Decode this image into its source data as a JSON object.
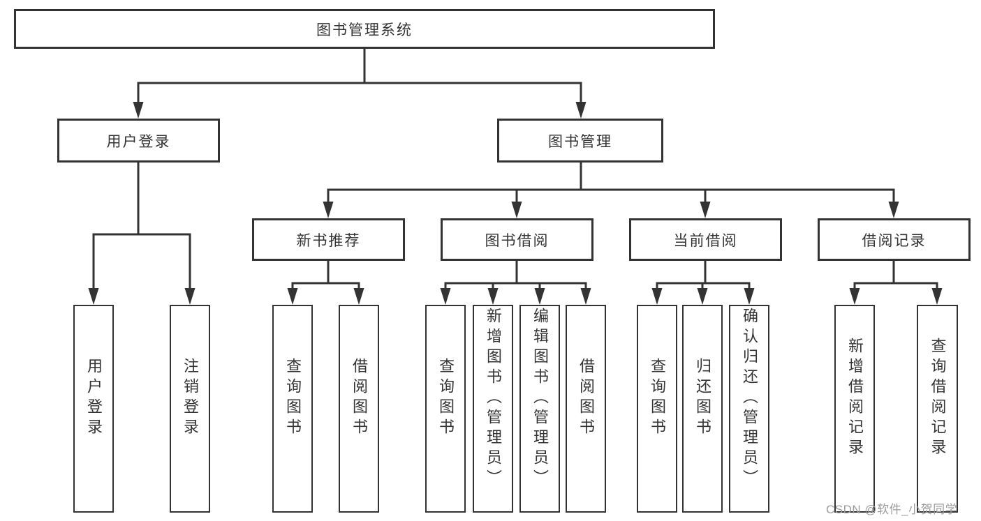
{
  "diagram": {
    "type": "hierarchy-diagram",
    "root": {
      "label": "图书管理系统",
      "children": [
        {
          "label": "用户登录",
          "children": [
            {
              "label": "用户登录"
            },
            {
              "label": "注销登录"
            }
          ]
        },
        {
          "label": "图书管理",
          "children": [
            {
              "label": "新书推荐",
              "children": [
                {
                  "label": "查询图书"
                },
                {
                  "label": "借阅图书"
                }
              ]
            },
            {
              "label": "图书借阅",
              "children": [
                {
                  "label": "查询图书"
                },
                {
                  "label": "新增图书（管理员）"
                },
                {
                  "label": "编辑图书（管理员）"
                },
                {
                  "label": "借阅图书"
                }
              ]
            },
            {
              "label": "当前借阅",
              "children": [
                {
                  "label": "查询图书"
                },
                {
                  "label": "归还图书"
                },
                {
                  "label": "确认归还（管理员）"
                }
              ]
            },
            {
              "label": "借阅记录",
              "children": [
                {
                  "label": "新增借阅记录"
                },
                {
                  "label": "查询借阅记录"
                }
              ]
            }
          ]
        }
      ]
    }
  },
  "watermark": {
    "text": "CSDN @软件_小贺同学"
  },
  "colors": {
    "line": "#333333",
    "box_border": "#333333",
    "text": "#333333",
    "background": "#ffffff",
    "watermark": "#9c9c9c"
  }
}
